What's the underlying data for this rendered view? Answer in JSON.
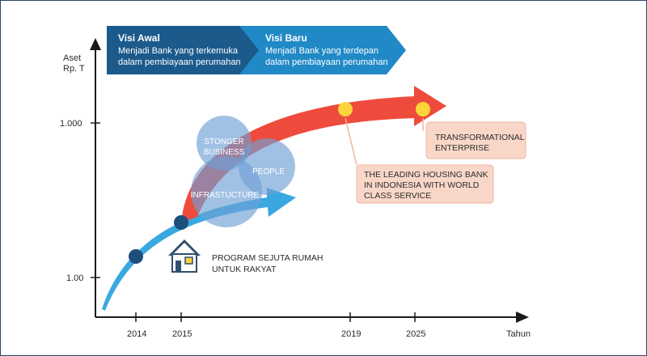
{
  "colors": {
    "dark_blue": "#1c5a8c",
    "mid_blue": "#2189c6",
    "light_blue": "#3aa8e0",
    "navy_dot": "#1c4f7c",
    "red": "#ee4b3c",
    "yellow": "#fcd53a",
    "peach": "#f9d7c8",
    "peach_border": "#f2b49f",
    "bubble": "#6f9fd6",
    "house": "#2f4f6f"
  },
  "banner": {
    "old_vision": {
      "title": "Visi Awal",
      "line1": "Menjadi Bank yang terkemuka",
      "line2": "dalam pembiayaan perumahan"
    },
    "new_vision": {
      "title": "Visi Baru",
      "line1": "Menjadi Bank yang terdepan",
      "line2": "dalam pembiayaan perumahan"
    }
  },
  "axis": {
    "y_label_line1": "Aset",
    "y_label_line2": "Rp. T",
    "y_ticks": [
      "1.000",
      "1.00"
    ],
    "x_label": "Tahun",
    "x_ticks": [
      "2014",
      "2015",
      "2019",
      "2025"
    ]
  },
  "bubbles": {
    "stronger_line1": "STONGER",
    "stronger_line2": "BUSINESS",
    "people": "PEOPLE",
    "infrastructure": "INFRASTUCTURE"
  },
  "callouts": {
    "program_line1": "PROGRAM SEJUTA RUMAH",
    "program_line2": "UNTUK RAKYAT",
    "leading_line1": "THE LEADING HOUSING BANK",
    "leading_line2": "IN INDONESIA WITH WORLD",
    "leading_line3": "CLASS SERVICE",
    "transform_line1": "TRANSFORMATIONAL",
    "transform_line2": "ENTERPRISE"
  },
  "icons": {
    "house": "house-icon"
  }
}
